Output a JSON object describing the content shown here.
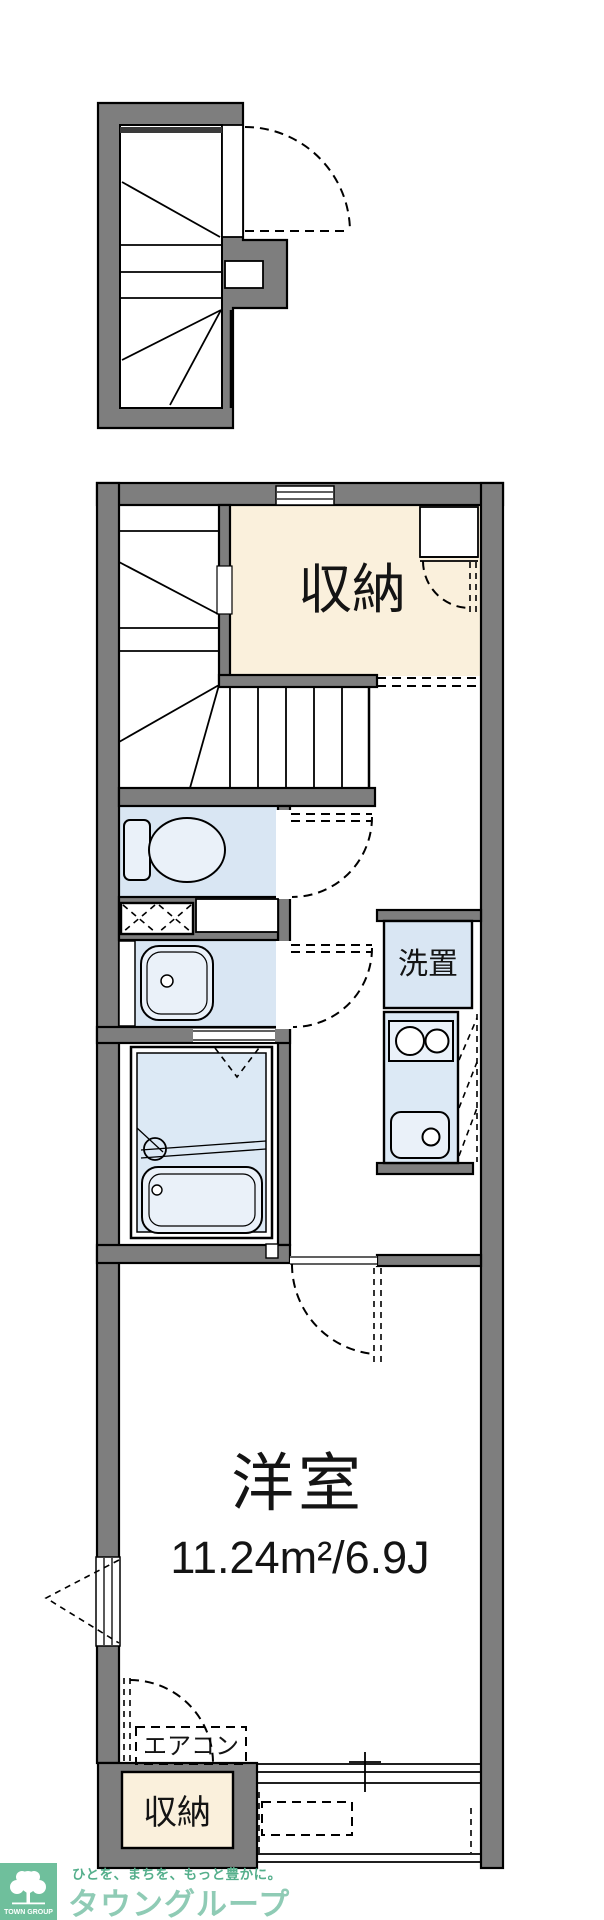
{
  "floorplan": {
    "colors": {
      "wall_gray": "#7E7E7E",
      "room_cream": "#FAF0DC",
      "room_blue": "#D9E6F3",
      "fixture_blue": "#EAF1F9",
      "counter_blue": "#DCE9F5",
      "outline_black": "#000000"
    },
    "labels": {
      "storage_upper": "収納",
      "laundry_space": "洗置",
      "bedroom_name": "洋室",
      "bedroom_size": "11.24m²/6.9J",
      "aircon": "エアコン",
      "storage_lower": "収納"
    }
  },
  "footer": {
    "logo_text": "TOWN GROUP",
    "tagline": "ひとを、まちを、もっと豊かに。",
    "company_name": "タウングループ",
    "colors": {
      "logo_bg": "#6FBF9C",
      "tagline_green": "#55AF8C",
      "company_green": "#8FCBB5"
    }
  }
}
